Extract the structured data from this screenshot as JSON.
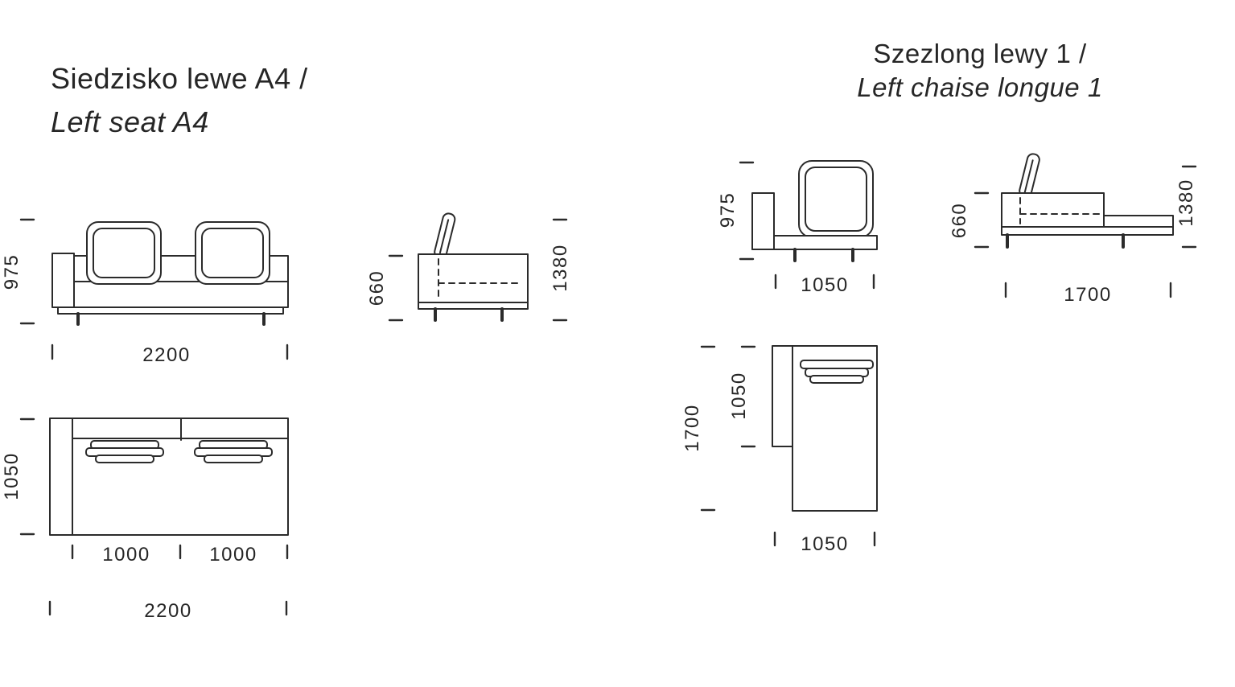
{
  "meta": {
    "background": "#ffffff",
    "line_color": "#2b2b2b",
    "text_color": "#262626"
  },
  "left_seat": {
    "title_pl": "Siedzisko lewe A4 /",
    "title_en": "Left seat A4",
    "front": {
      "height": "975",
      "width": "2200"
    },
    "side": {
      "seat_height": "660",
      "total_height": "1380"
    },
    "top": {
      "depth": "1050",
      "seat1_width": "1000",
      "seat2_width": "1000",
      "total_width": "2200"
    }
  },
  "chaise": {
    "title_pl": "Szezlong lewy 1 /",
    "title_en": "Left chaise longue 1",
    "front": {
      "height": "975",
      "width": "1050"
    },
    "side": {
      "seat_height": "660",
      "total_height": "1380",
      "length": "1700"
    },
    "top": {
      "length": "1700",
      "back_section_depth": "1050",
      "width": "1050"
    }
  }
}
